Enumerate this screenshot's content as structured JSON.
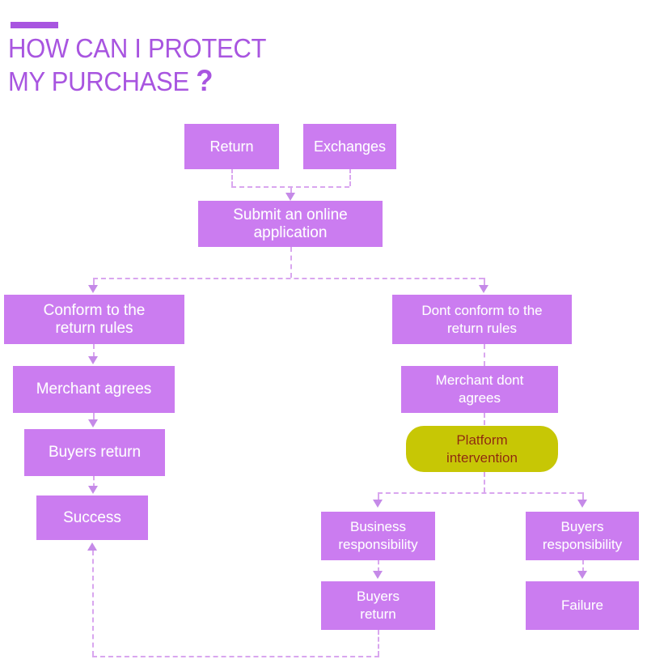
{
  "title": {
    "text": "HOW CAN I PROTECT\nMY PURCHASE ",
    "question_mark": "?",
    "accent_color": "#a855e0",
    "text_color": "#a855e0"
  },
  "palette": {
    "node_purple": "#cb7cf0",
    "node_text": "#ffffff",
    "highlight_olive": "#c7c705",
    "highlight_text": "#8e2a06",
    "connector": "#d9a6ef",
    "background": "#ffffff"
  },
  "flow": {
    "nodes": [
      {
        "id": "return",
        "label": "Return"
      },
      {
        "id": "exchanges",
        "label": "Exchanges"
      },
      {
        "id": "submit-application",
        "label": "Submit an online\napplication"
      },
      {
        "id": "conform-rules",
        "label": "Conform to the\nreturn rules"
      },
      {
        "id": "dont-conform-rules",
        "label": "Dont conform to the\nreturn rules"
      },
      {
        "id": "merchant-agrees",
        "label": "Merchant agrees"
      },
      {
        "id": "merchant-dont-agrees",
        "label": "Merchant dont\nagrees"
      },
      {
        "id": "buyers-return-left",
        "label": "Buyers return"
      },
      {
        "id": "platform-intervention",
        "label": "Platform\nintervention"
      },
      {
        "id": "success",
        "label": "Success"
      },
      {
        "id": "business-responsibility",
        "label": "Business\nresponsibility"
      },
      {
        "id": "buyers-responsibility",
        "label": "Buyers\nresponsibility"
      },
      {
        "id": "buyers-return-bottom",
        "label": "Buyers\nreturn"
      },
      {
        "id": "failure",
        "label": "Failure"
      }
    ]
  }
}
